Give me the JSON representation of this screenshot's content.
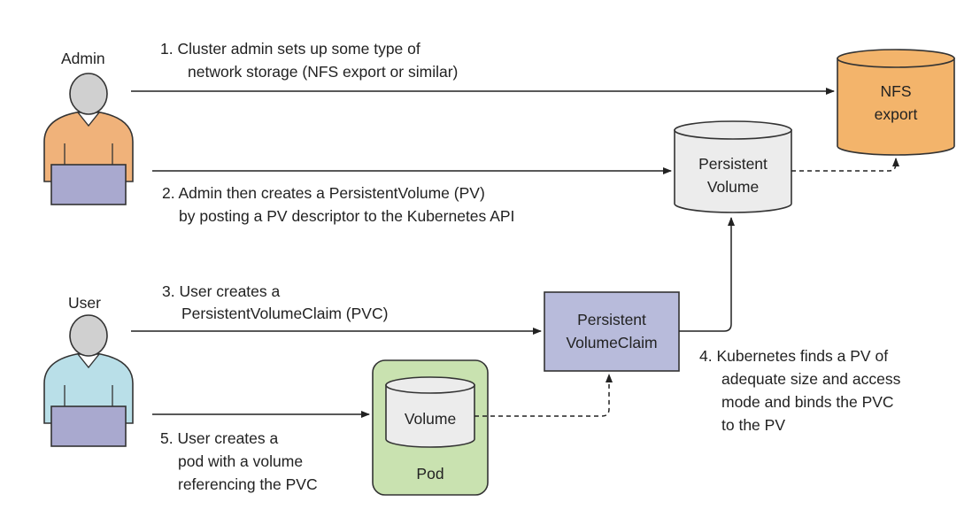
{
  "actors": {
    "admin": {
      "label": "Admin",
      "icon": "admin-user-icon",
      "shirt_color": "#f0b27a"
    },
    "user": {
      "label": "User",
      "icon": "user-icon",
      "shirt_color": "#b9dfe8"
    }
  },
  "resources": {
    "nfs": {
      "line1": "NFS",
      "line2": "export",
      "fill": "#f3b46b",
      "shape": "cylinder"
    },
    "pv": {
      "line1": "Persistent",
      "line2": "Volume",
      "fill": "#ececec",
      "shape": "cylinder"
    },
    "pvc": {
      "line1": "Persistent",
      "line2": "VolumeClaim",
      "fill": "#b8bbdb",
      "shape": "rectangle"
    },
    "pod": {
      "label": "Pod",
      "fill": "#c9e2b0",
      "shape": "rounded-rectangle"
    },
    "volume": {
      "label": "Volume",
      "fill": "#ececec",
      "shape": "cylinder"
    }
  },
  "steps": {
    "s1": {
      "line1": "1. Cluster admin sets up some type of",
      "line2": "network storage (NFS export or similar)"
    },
    "s2": {
      "line1": "2. Admin then creates a PersistentVolume (PV)",
      "line2": "by posting a PV descriptor to the Kubernetes API"
    },
    "s3": {
      "line1": "3. User creates a",
      "line2": "PersistentVolumeClaim (PVC)"
    },
    "s4": {
      "line1": "4. Kubernetes finds a PV of",
      "line2": "adequate size and access",
      "line3": "mode and binds the PVC",
      "line4": "to the PV"
    },
    "s5": {
      "line1": "5. User creates a",
      "line2": "pod with a volume",
      "line3": "referencing the PVC"
    }
  }
}
